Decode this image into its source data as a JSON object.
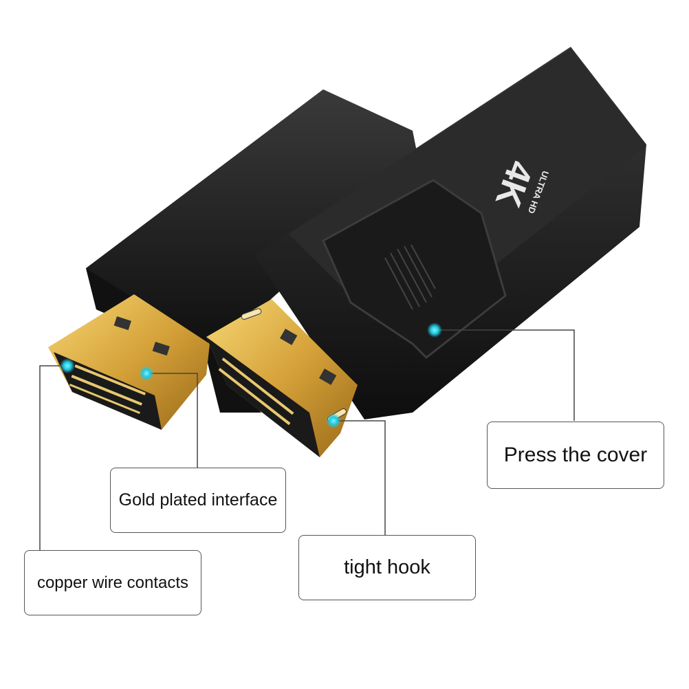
{
  "product": {
    "logo_main": "4K",
    "logo_sub": "ULTRA HD"
  },
  "callouts": [
    {
      "id": "press-cover",
      "text": "Press the cover"
    },
    {
      "id": "gold-plated",
      "text": "Gold plated interface"
    },
    {
      "id": "tight-hook",
      "text": "tight hook"
    },
    {
      "id": "copper-contacts",
      "text": "copper wire contacts"
    }
  ],
  "colors": {
    "body": "#1c1c1c",
    "gold": "#d8a838",
    "marker": "#20d0e8",
    "line": "#444444"
  }
}
